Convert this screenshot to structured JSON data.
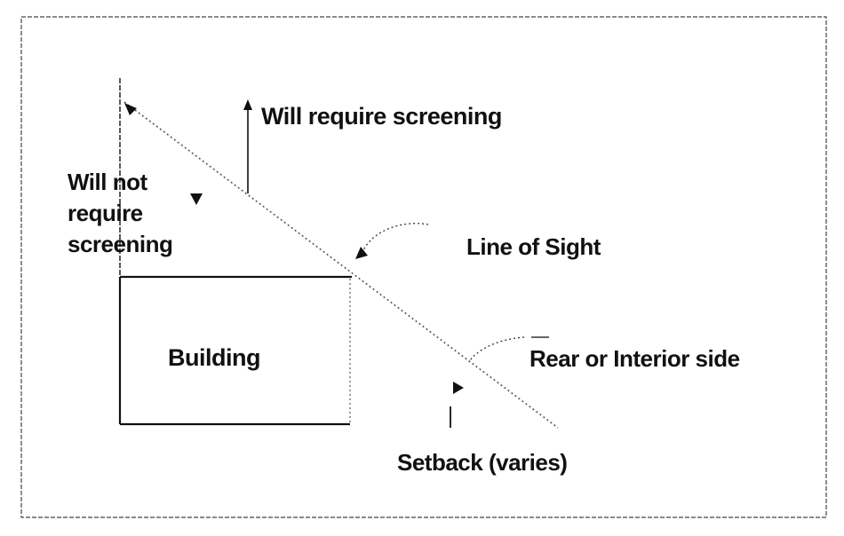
{
  "labels": {
    "will_require": "Will require screening",
    "will_not_line1": "Will not",
    "will_not_line2": "require",
    "will_not_line3": "screening",
    "line_of_sight": "Line of Sight",
    "building": "Building",
    "rear_side": "Rear or Interior side",
    "setback": "Setback (varies)"
  },
  "colors": {
    "ink": "#111111",
    "frame": "#444444",
    "sight_line": "#555555"
  }
}
